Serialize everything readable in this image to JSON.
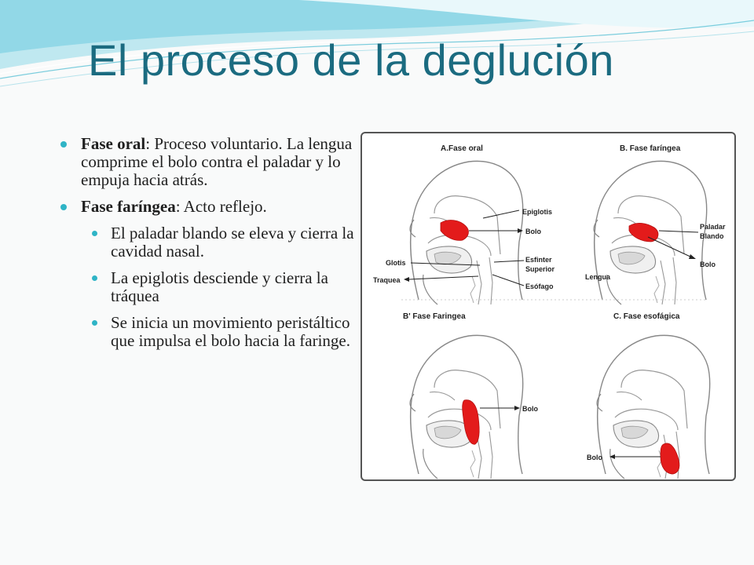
{
  "slide": {
    "title": "El proceso de la deglución",
    "bullets": [
      {
        "level": 1,
        "bold": "Fase oral",
        "rest": ": Proceso voluntario. La lengua comprime el bolo contra el paladar y lo empuja hacia atrás."
      },
      {
        "level": 1,
        "bold": "Fase faríngea",
        "rest": ": Acto reflejo."
      },
      {
        "level": 2,
        "bold": "",
        "rest": "El paladar blando se eleva y cierra la cavidad nasal."
      },
      {
        "level": 2,
        "bold": "",
        "rest": "La epiglotis desciende y cierra la tráquea"
      },
      {
        "level": 2,
        "bold": "",
        "rest": "Se inicia un movimiento peristáltico que impulsa el bolo hacia la faringe."
      }
    ]
  },
  "figure": {
    "panels": {
      "a": {
        "title": "A.Fase oral"
      },
      "b": {
        "title": "B. Fase faríngea"
      },
      "b2": {
        "title": "B' Fase Faringea"
      },
      "c": {
        "title": "C. Fase esofágica"
      }
    },
    "labels": {
      "epiglotis": "Epiglotis",
      "bolo_a": "Bolo",
      "glotis": "Glotis",
      "traquea": "Traquea",
      "esfinter_1": "Esfinter",
      "esfinter_2": "Superior",
      "esofago": "Esófago",
      "paladar_1": "Paladar",
      "paladar_2": "Blando",
      "bolo_b": "Bolo",
      "lengua": "Lengua",
      "bolo_b2": "Bolo",
      "bolo_c": "Bolo"
    },
    "colors": {
      "bolus": "#e31b1b",
      "outline": "#777777"
    }
  }
}
